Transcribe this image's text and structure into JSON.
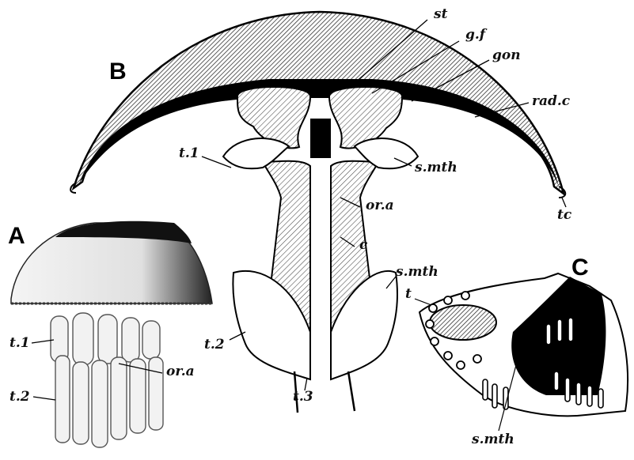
{
  "figure": {
    "panels": {
      "a": "A",
      "b": "B",
      "c": "C"
    },
    "labels": {
      "st": "st",
      "gf": "g.f",
      "gon": "gon",
      "radc": "rad.c",
      "t1_b": "t.1",
      "smth_b_upper": "s.mth",
      "ora_b": "or.a",
      "c": "c",
      "smth_b_lower": "s.mth",
      "t2_b": "t.2",
      "t3": "t.3",
      "tc": "tc",
      "t1_a": "t.1",
      "ora_a": "or.a",
      "t2_a": "t.2",
      "t_c": "t",
      "smth_c": "s.mth"
    }
  }
}
